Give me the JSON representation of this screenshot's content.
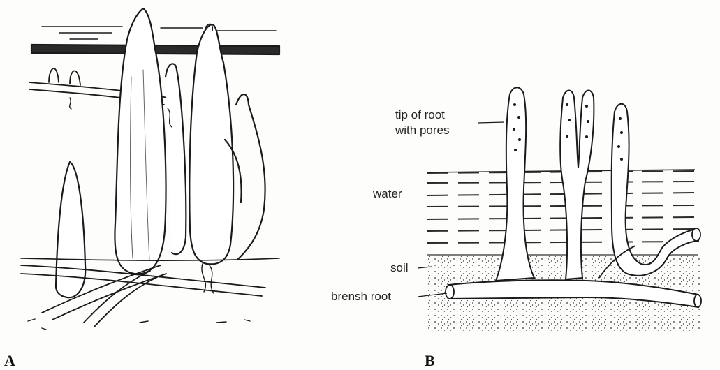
{
  "panels": {
    "a": {
      "letter": "A"
    },
    "b": {
      "letter": "B",
      "labels": {
        "tip": "tip of root\nwith pores",
        "water": "water",
        "soil": "soil",
        "branch": "brensh root"
      }
    }
  },
  "colors": {
    "ink": "#1a1a1a",
    "paper": "#fdfdfb",
    "soil_dots": "#333333"
  }
}
